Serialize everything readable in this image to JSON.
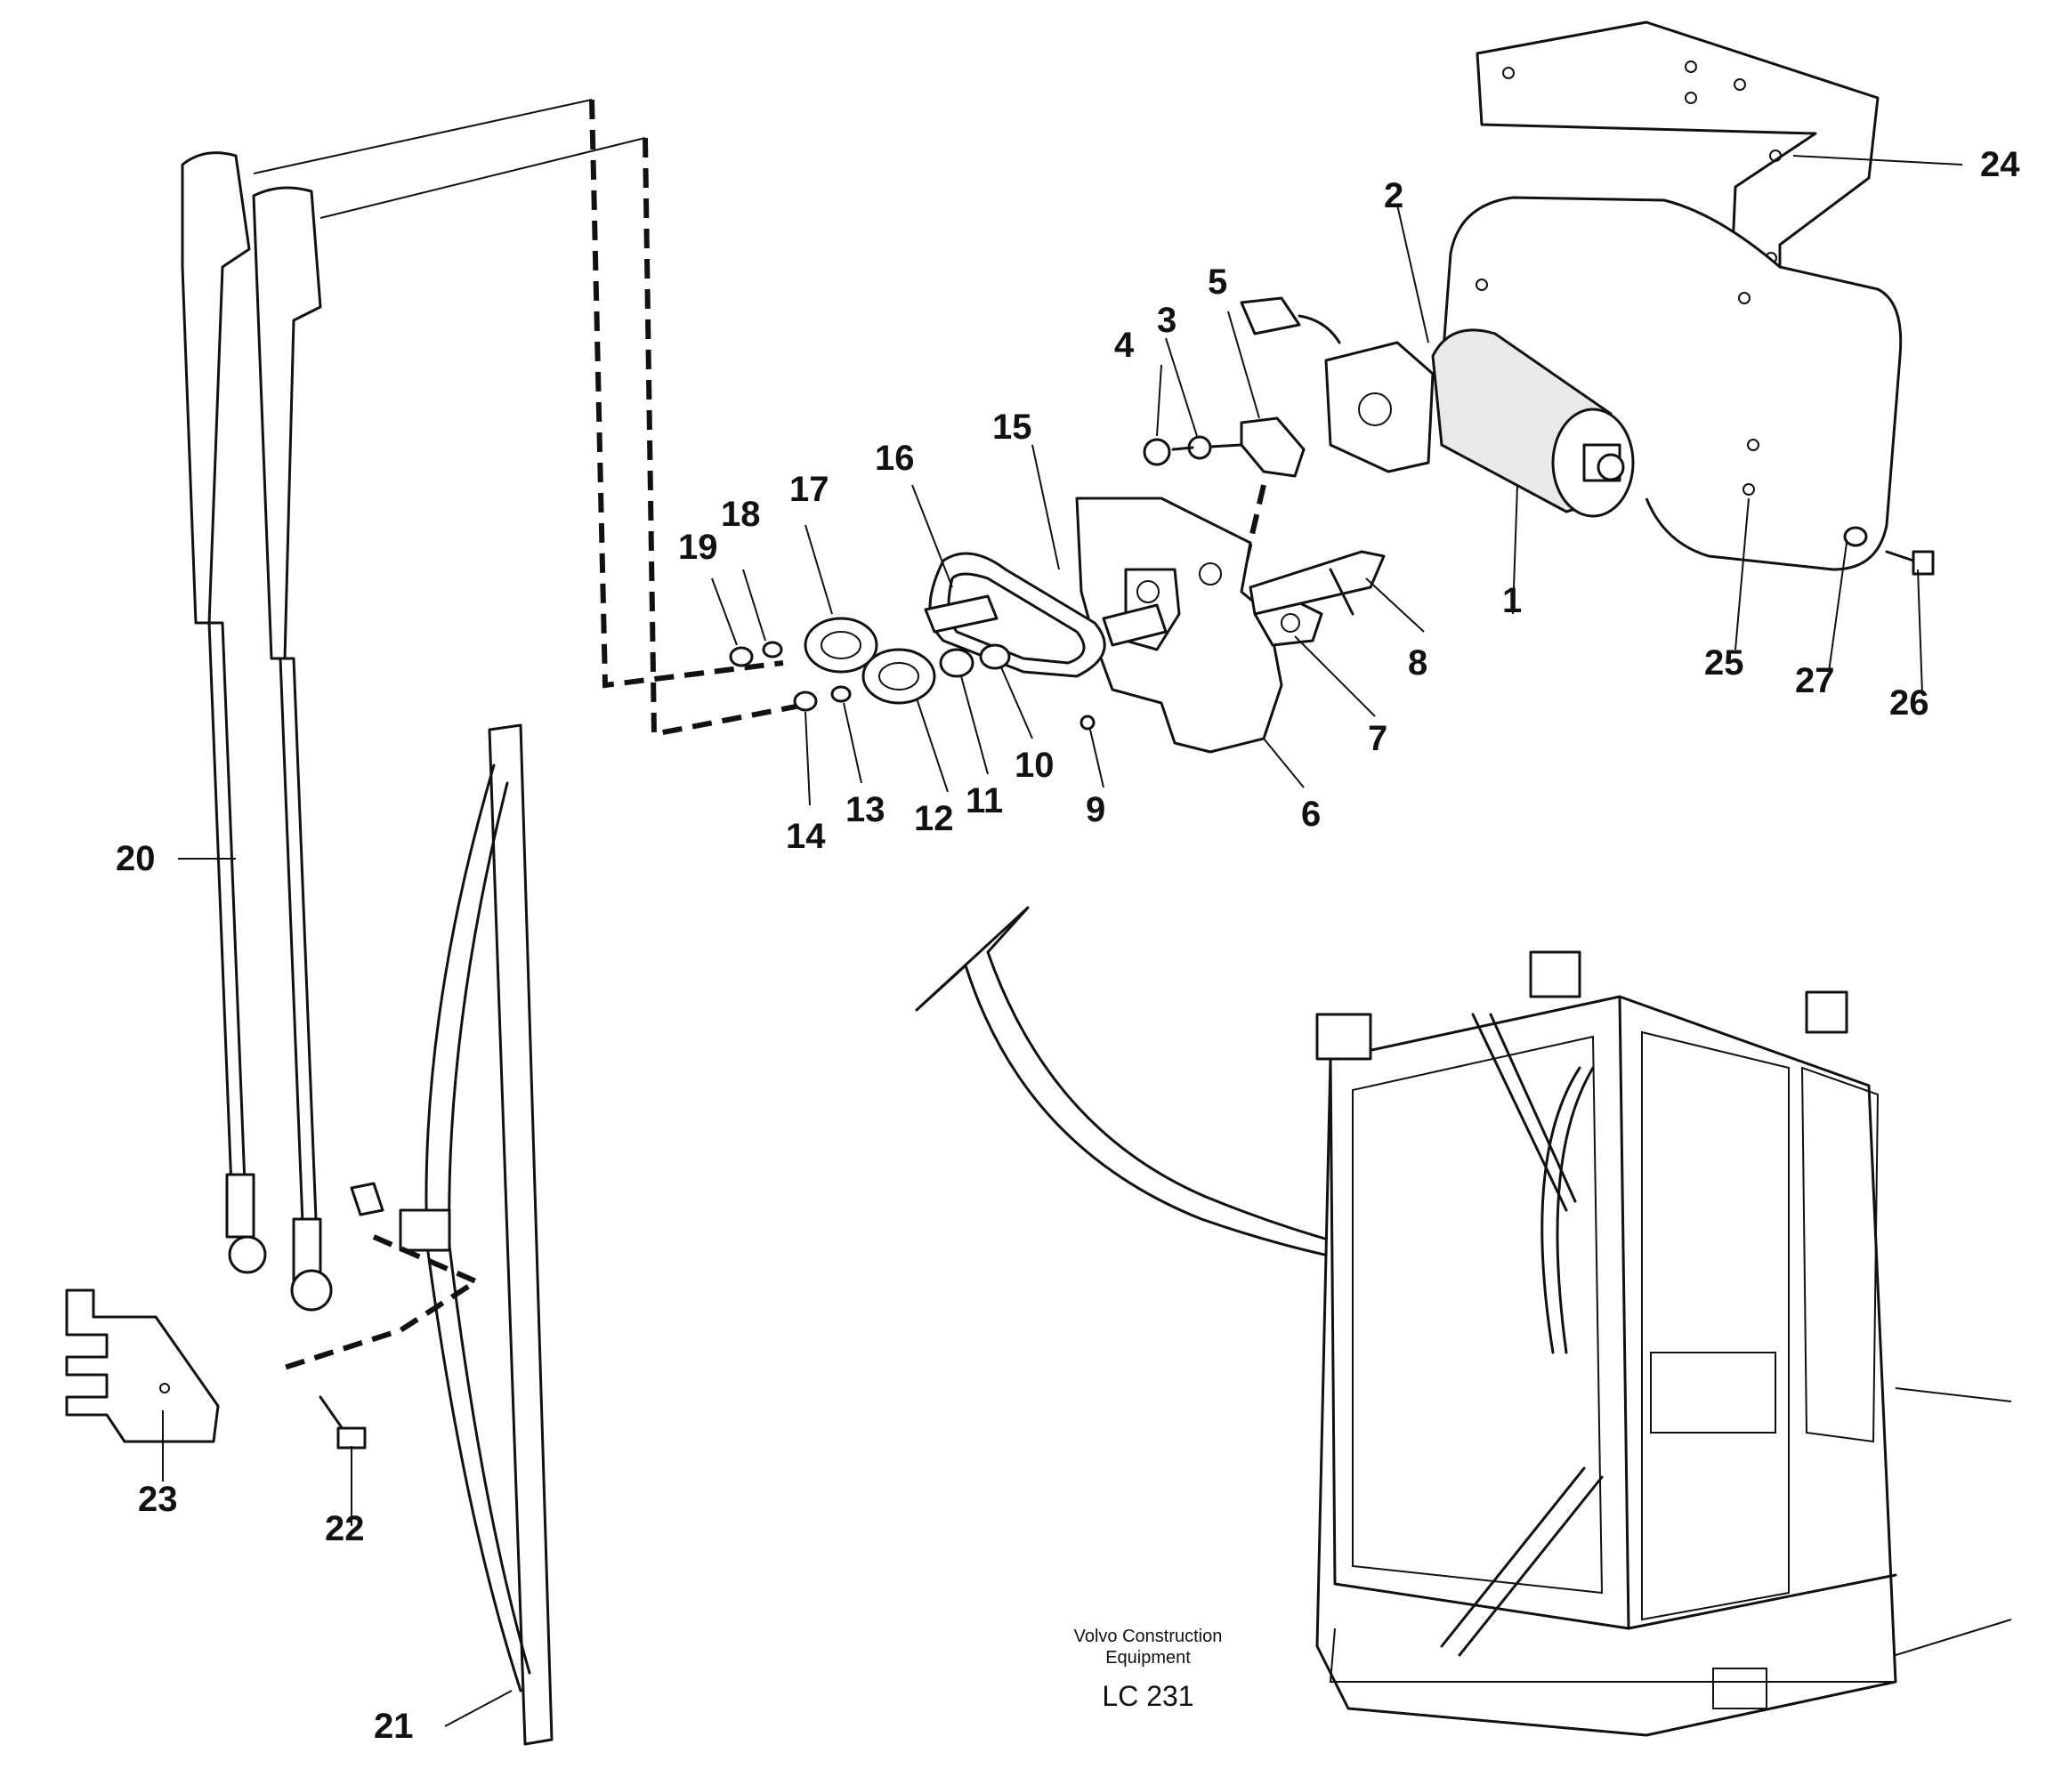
{
  "callouts": {
    "c1": "1",
    "c2": "2",
    "c3": "3",
    "c4": "4",
    "c5": "5",
    "c6": "6",
    "c7": "7",
    "c8": "8",
    "c9": "9",
    "c10": "10",
    "c11": "11",
    "c12": "12",
    "c13": "13",
    "c14": "14",
    "c15": "15",
    "c16": "16",
    "c17": "17",
    "c18": "18",
    "c19": "19",
    "c20": "20",
    "c21": "21",
    "c22": "22",
    "c23": "23",
    "c24": "24",
    "c25": "25",
    "c26": "26",
    "c27": "27"
  },
  "credit": {
    "line1": "Volvo Construction",
    "line2": "Equipment",
    "code": "LC 231"
  }
}
